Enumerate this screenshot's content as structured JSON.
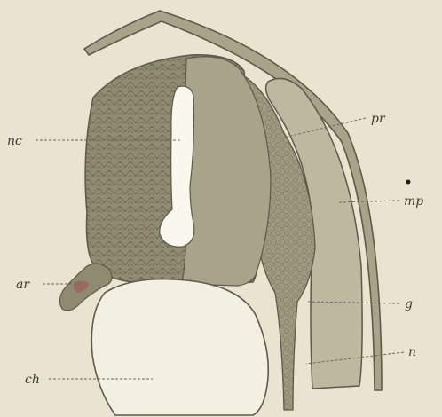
{
  "figure": {
    "labels": {
      "nc": "nc",
      "pr": "pr",
      "mp": "mp",
      "ar": "ar",
      "g": "g",
      "n": "n",
      "ch": "ch"
    },
    "colors": {
      "paper": "#e9e4cf",
      "tissue_dark": "#8e8b70",
      "tissue_mid": "#a7a48a",
      "tissue_light": "#bdb9a0",
      "outline": "#5c5a4c",
      "lumen": "#faf8ee",
      "notochord": "#f3f0e2",
      "accent_red": "#9a6a60"
    }
  }
}
